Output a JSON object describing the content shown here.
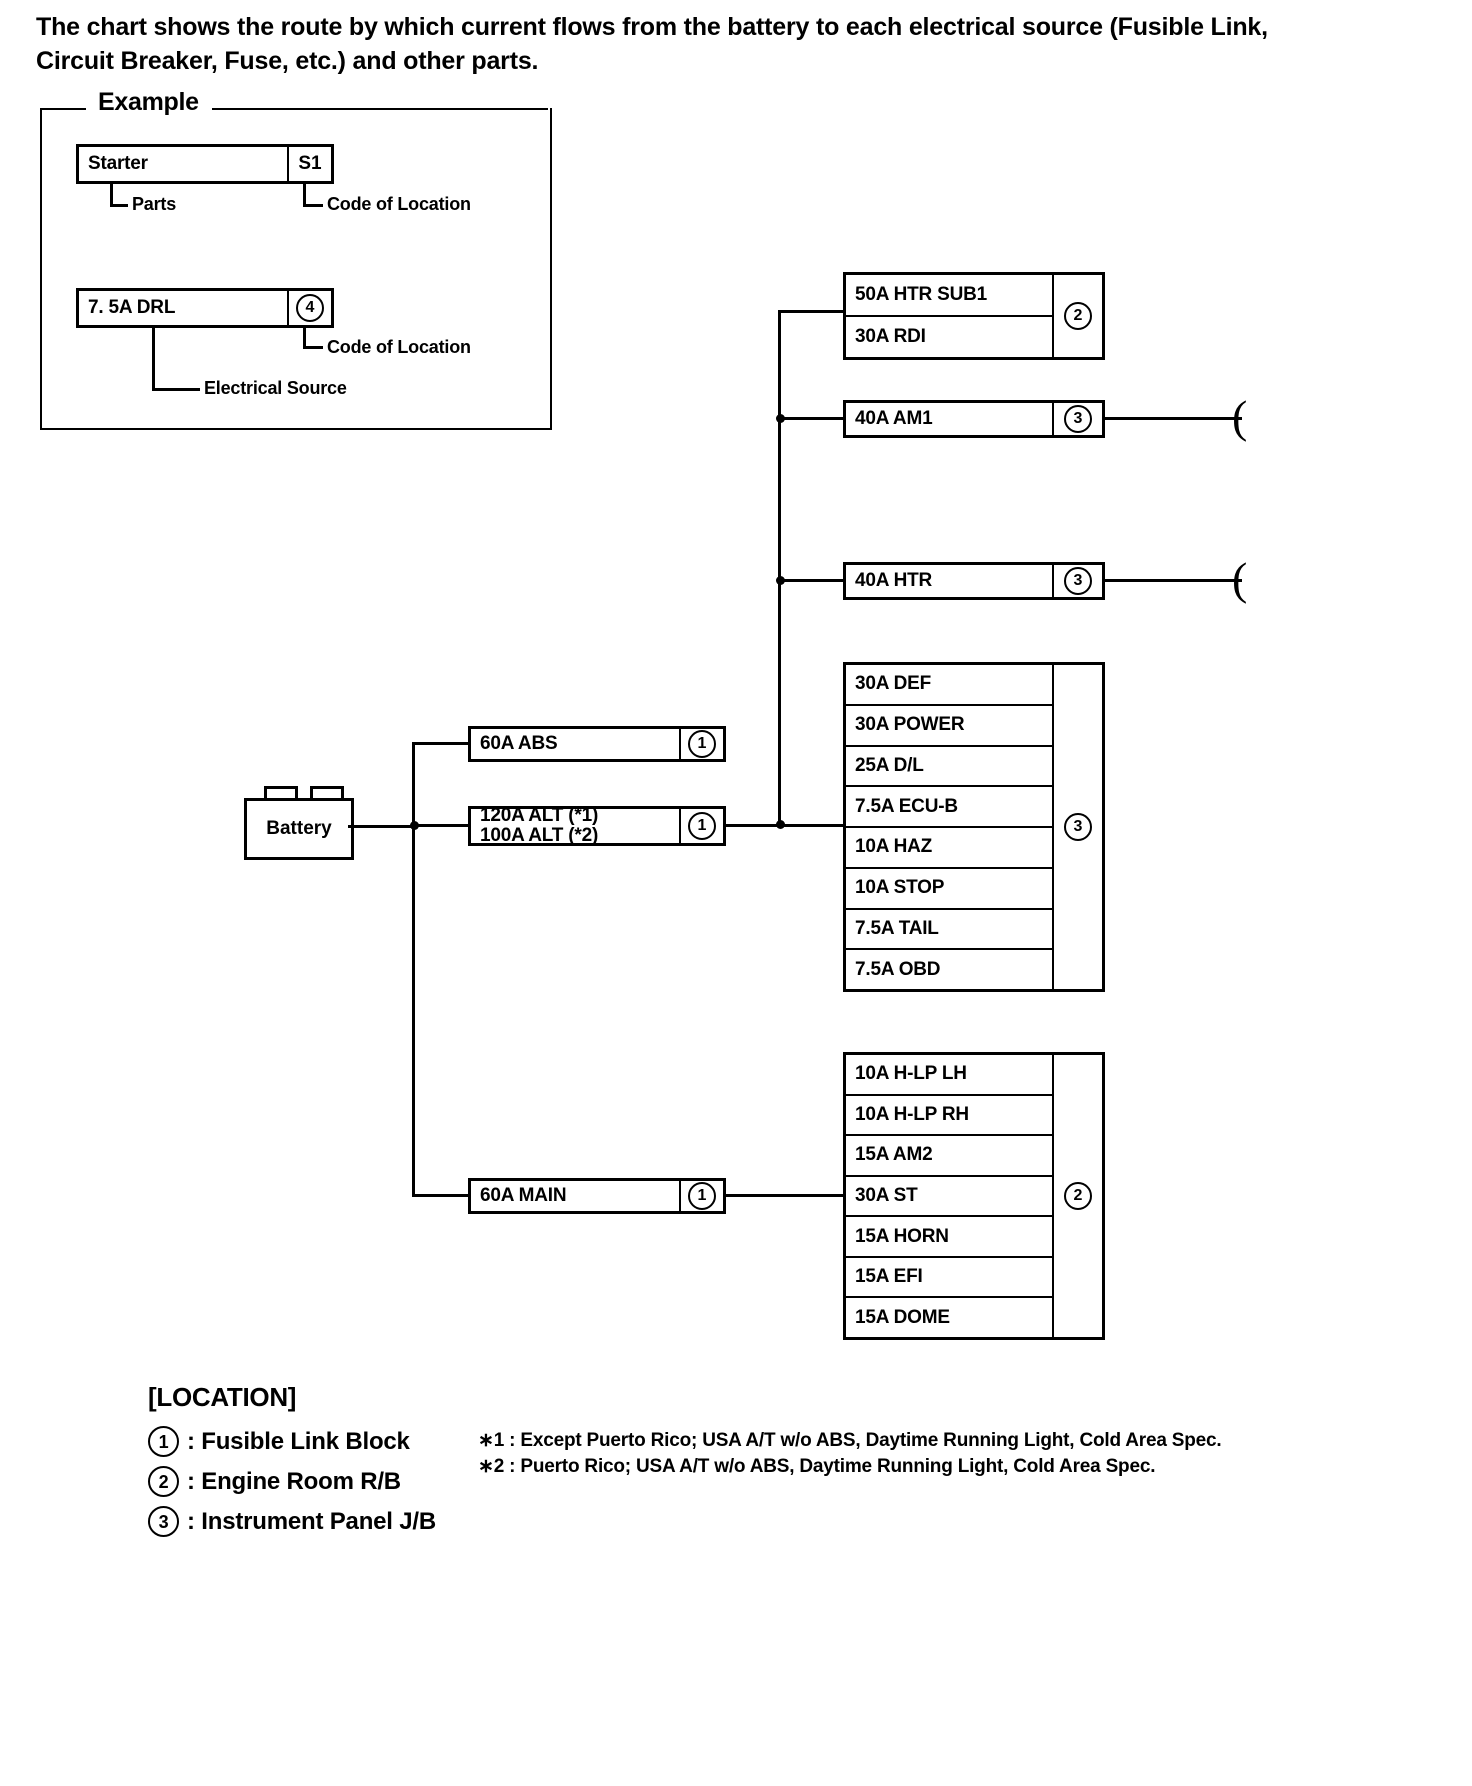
{
  "header": {
    "text": "The chart shows the route by which current flows from the battery to each electrical source (Fusible Link, Circuit Breaker, Fuse, etc.) and other parts."
  },
  "example": {
    "legend": "Example",
    "box1": {
      "label": "Starter",
      "code": "S1"
    },
    "box1_callout_parts": "Parts",
    "box1_callout_code": "Code of Location",
    "box2": {
      "label": "7. 5A DRL",
      "code": "4"
    },
    "box2_callout_code": "Code of Location",
    "box2_callout_source": "Electrical Source"
  },
  "battery": {
    "label": "Battery"
  },
  "diagram": {
    "fusible_links": [
      {
        "label": "60A ABS",
        "code": "1"
      },
      {
        "label": "120A ALT (*1)\n100A ALT (*2)",
        "code": "1"
      },
      {
        "label": "60A MAIN",
        "code": "1"
      }
    ],
    "engine_room_rb_top": {
      "code": "2",
      "fuses": [
        "50A HTR SUB1",
        "30A RDI"
      ]
    },
    "inline_fuses": [
      {
        "label": "40A AM1",
        "code": "3"
      },
      {
        "label": "40A HTR",
        "code": "3"
      }
    ],
    "instrument_panel_jb": {
      "code": "3",
      "fuses": [
        "30A DEF",
        "30A POWER",
        "25A D/L",
        "7.5A ECU-B",
        "10A HAZ",
        "10A STOP",
        "7.5A TAIL",
        "7.5A OBD"
      ]
    },
    "engine_room_rb_bottom": {
      "code": "2",
      "fuses": [
        "10A H-LP LH",
        "10A H-LP RH",
        "15A AM2",
        "30A ST",
        "15A HORN",
        "15A EFI",
        "15A DOME"
      ]
    }
  },
  "location": {
    "title": "[LOCATION]",
    "items": [
      {
        "code": "1",
        "text": ": Fusible Link Block"
      },
      {
        "code": "2",
        "text": ": Engine Room R/B"
      },
      {
        "code": "3",
        "text": ": Instrument Panel J/B"
      }
    ]
  },
  "footnotes": {
    "line1": "∗1 : Except Puerto Rico; USA A/T w/o ABS, Daytime Running Light, Cold Area Spec.",
    "line2": "∗2 : Puerto Rico; USA A/T w/o ABS, Daytime Running Light, Cold Area Spec."
  },
  "symbols": {
    "break": "("
  }
}
